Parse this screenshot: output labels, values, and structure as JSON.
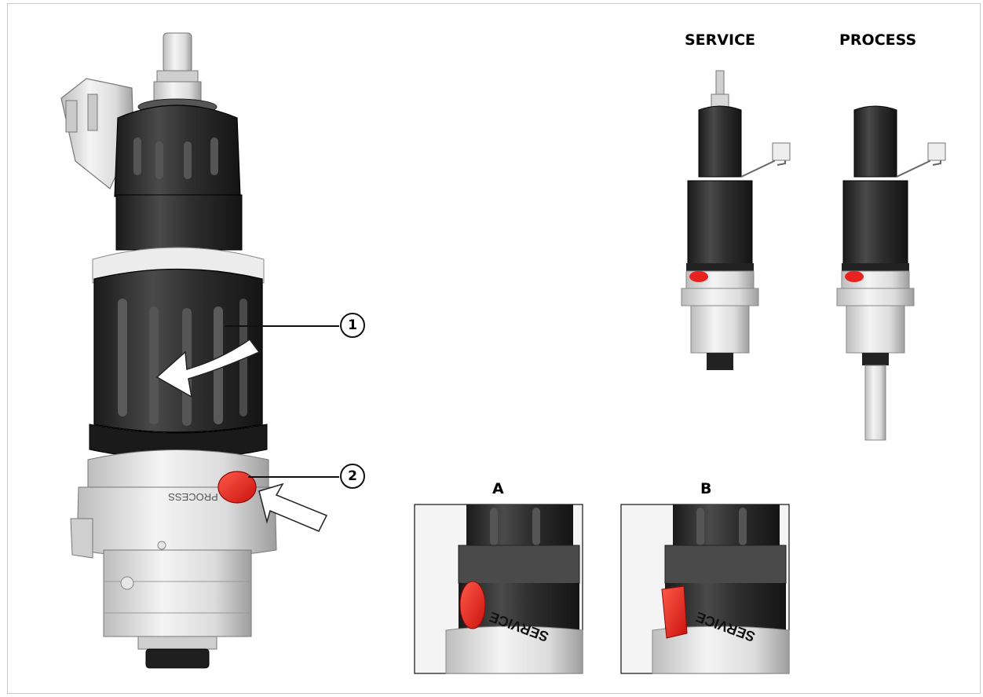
{
  "labels": {
    "service": "SERVICE",
    "process": "PROCESS",
    "detail_a": "A",
    "detail_b": "B"
  },
  "callouts": [
    {
      "number": "1",
      "target": "rotating sleeve"
    },
    {
      "number": "2",
      "target": "red locking button"
    }
  ],
  "engraving": {
    "process_text": "PROCESS",
    "service_text": "SERVICE"
  },
  "colors": {
    "sleeve": "#3a3a3a",
    "sleeve_dark": "#1e1e1e",
    "housing": "#d8d8d8",
    "button": "#e8221f",
    "arrow": "#ffffff"
  }
}
